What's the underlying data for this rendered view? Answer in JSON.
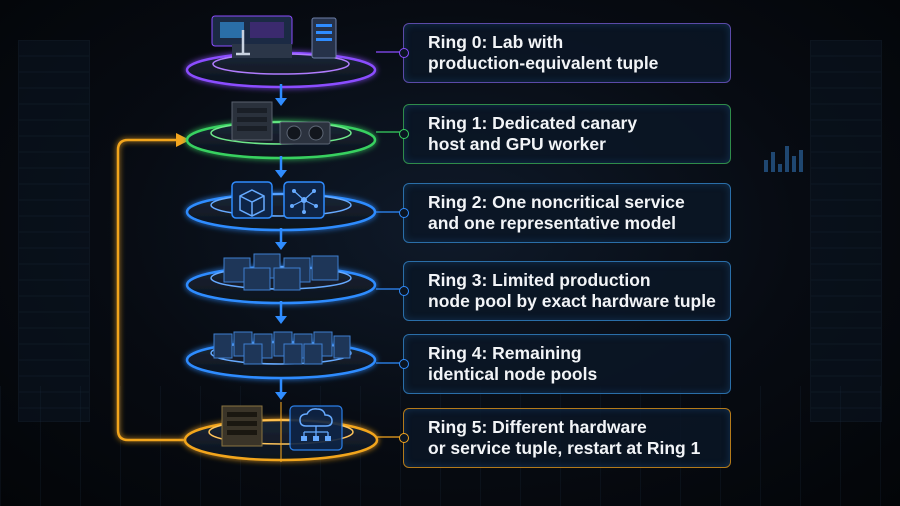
{
  "rings": [
    {
      "id": "ring0",
      "line1": "Ring 0: Lab with",
      "line2": "production-equivalent tuple",
      "color": "#8b4dff"
    },
    {
      "id": "ring1",
      "line1": "Ring 1: Dedicated canary",
      "line2": "host and GPU worker",
      "color": "#38d160"
    },
    {
      "id": "ring2",
      "line1": "Ring 2: One noncritical service",
      "line2": "and one representative model",
      "color": "#2f8cff"
    },
    {
      "id": "ring3",
      "line1": "Ring 3: Limited production",
      "line2": "node pool by exact hardware tuple",
      "color": "#2f8cff"
    },
    {
      "id": "ring4",
      "line1": "Ring 4: Remaining",
      "line2": "identical node pools",
      "color": "#2f8cff"
    },
    {
      "id": "ring5",
      "line1": "Ring 5: Different hardware",
      "line2": "or service tuple, restart at Ring 1",
      "color": "#f2a51f"
    }
  ],
  "colors": {
    "loop": "#f2a51f",
    "arrow": "#2f8cff",
    "border": "#2a6ea8"
  },
  "icons": [
    "lab-equipment-icon",
    "server-icon",
    "gpu-card-icon",
    "cube-icon",
    "network-icon",
    "server-cluster-icon",
    "cloud-network-icon"
  ]
}
